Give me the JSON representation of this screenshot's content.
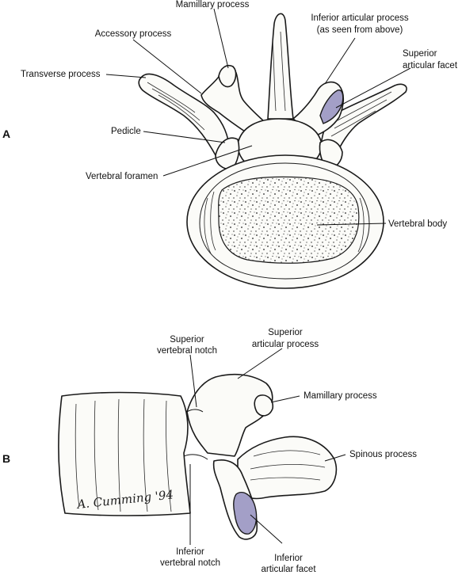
{
  "panels": {
    "a": "A",
    "b": "B"
  },
  "labels_a": {
    "mamillary_process": "Mamillary process",
    "accessory_process": "Accessory process",
    "transverse_process": "Transverse process",
    "inferior_articular_1": "Inferior articular process",
    "inferior_articular_2": "(as seen from above)",
    "superior_facet_1": "Superior",
    "superior_facet_2": "articular facet",
    "pedicle": "Pedicle",
    "vertebral_foramen": "Vertebral foramen",
    "vertebral_body": "Vertebral body"
  },
  "labels_b": {
    "superior_notch_1": "Superior",
    "superior_notch_2": "vertebral notch",
    "superior_process_1": "Superior",
    "superior_process_2": "articular process",
    "mamillary_process": "Mamillary process",
    "spinous_process": "Spinous process",
    "inferior_notch_1": "Inferior",
    "inferior_notch_2": "vertebral notch",
    "inferior_facet_1": "Inferior",
    "inferior_facet_2": "articular facet"
  },
  "signature": "A. Cumming '94",
  "colors": {
    "facet_fill": "#a39fc7",
    "ink": "#1a1a1a",
    "bone": "#fbfbf8"
  }
}
